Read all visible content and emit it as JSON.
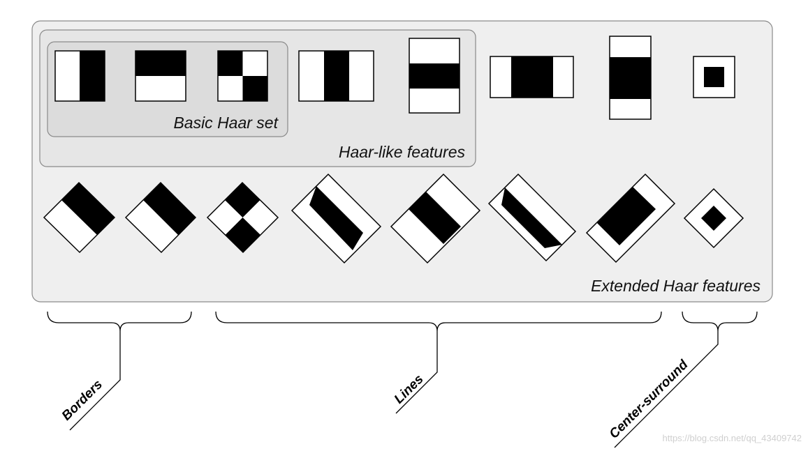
{
  "captions": {
    "basic_haar_set": "Basic Haar set",
    "haar_like_features": "Haar-like features",
    "extended_haar_features": "Extended Haar features"
  },
  "group_labels": {
    "borders": "Borders",
    "lines": "Lines",
    "center_surround": "Center-surround"
  },
  "watermark": "https://blog.csdn.net/qq_43409742",
  "colors": {
    "background": "#ffffff",
    "outer_panel": "#efefef",
    "haar_like_panel": "#e6e6e6",
    "basic_set_panel": "#dcdcdc",
    "panel_border": "#8a8a8a",
    "feature_black": "#000000",
    "feature_white": "#ffffff"
  }
}
